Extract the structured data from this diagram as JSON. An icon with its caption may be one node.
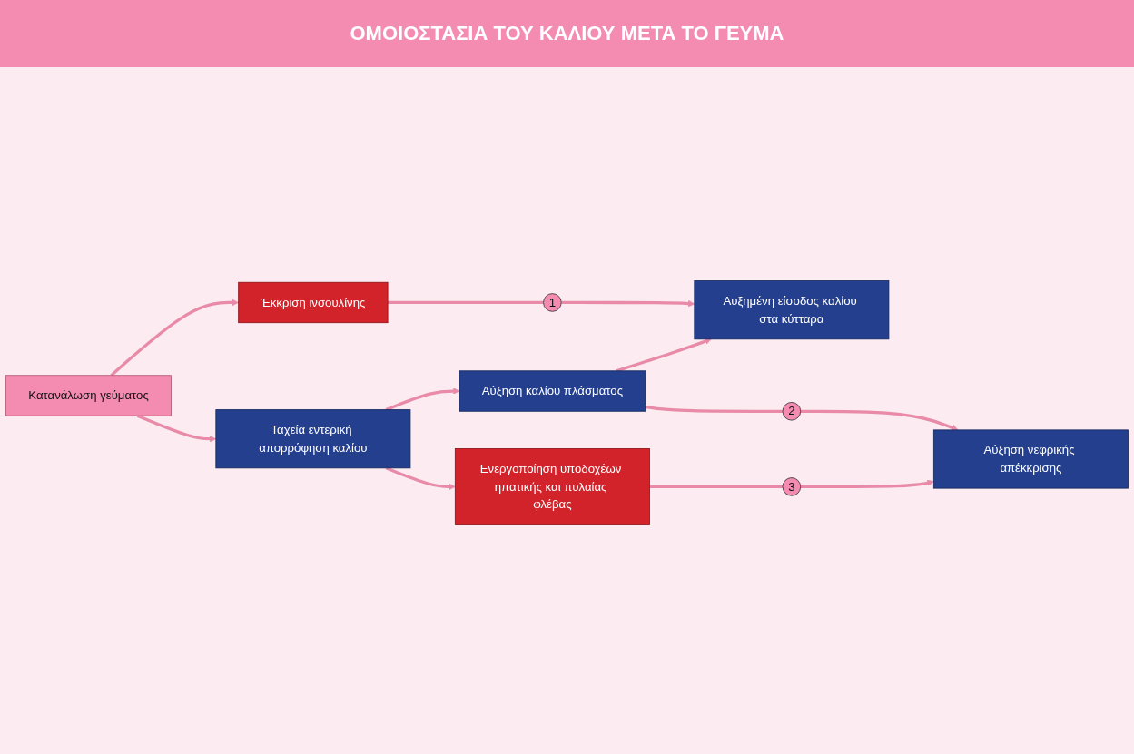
{
  "diagram": {
    "title": "ΟΜΟΙΟΣΤΑΣΙΑ ΤΟΥ ΚΑΛΙΟΥ ΜΕΤΑ ΤΟ ΓΕΥΜΑ",
    "nodes": [
      {
        "text": [
          "Κατανάλωση γεύματος"
        ]
      },
      {
        "text": [
          "Έκκριση ινσουλίνης"
        ]
      },
      {
        "text": [
          "Ταχεία εντερική απορρόφηση καλίου"
        ]
      },
      {
        "text": [
          "Αύξηση καλίου πλάσματος"
        ]
      },
      {
        "text": [
          "Ενεργοποίηση υποδοχέων ηπατικής και πυλαίας φλέβας"
        ]
      },
      {
        "text": [
          "1"
        ]
      },
      {
        "text": [
          "2"
        ]
      },
      {
        "text": [
          "3"
        ]
      },
      {
        "text": [
          "Αυξημένη είσοδος καλίου στα κύτταρα"
        ]
      },
      {
        "text": [
          "Αύξηση νεφρικής απέκκρισης"
        ]
      }
    ],
    "edges": [
      {
        "from": 0,
        "to": 1,
        "arrow": "to"
      },
      {
        "from": 0,
        "to": 2,
        "arrow": "to"
      },
      {
        "from": 2,
        "to": 3,
        "arrow": "to"
      },
      {
        "from": 2,
        "to": 4,
        "arrow": "to"
      },
      {
        "from": 1,
        "to": 5,
        "arrow": "none"
      },
      {
        "from": 5,
        "to": 8,
        "arrow": "to"
      },
      {
        "from": 3,
        "to": 8,
        "arrow": "to"
      },
      {
        "from": 3,
        "to": 6,
        "arrow": "none"
      },
      {
        "from": 6,
        "to": 9,
        "arrow": "to"
      },
      {
        "from": 4,
        "to": 7,
        "arrow": "none"
      },
      {
        "from": 7,
        "to": 9,
        "arrow": "to"
      }
    ]
  }
}
